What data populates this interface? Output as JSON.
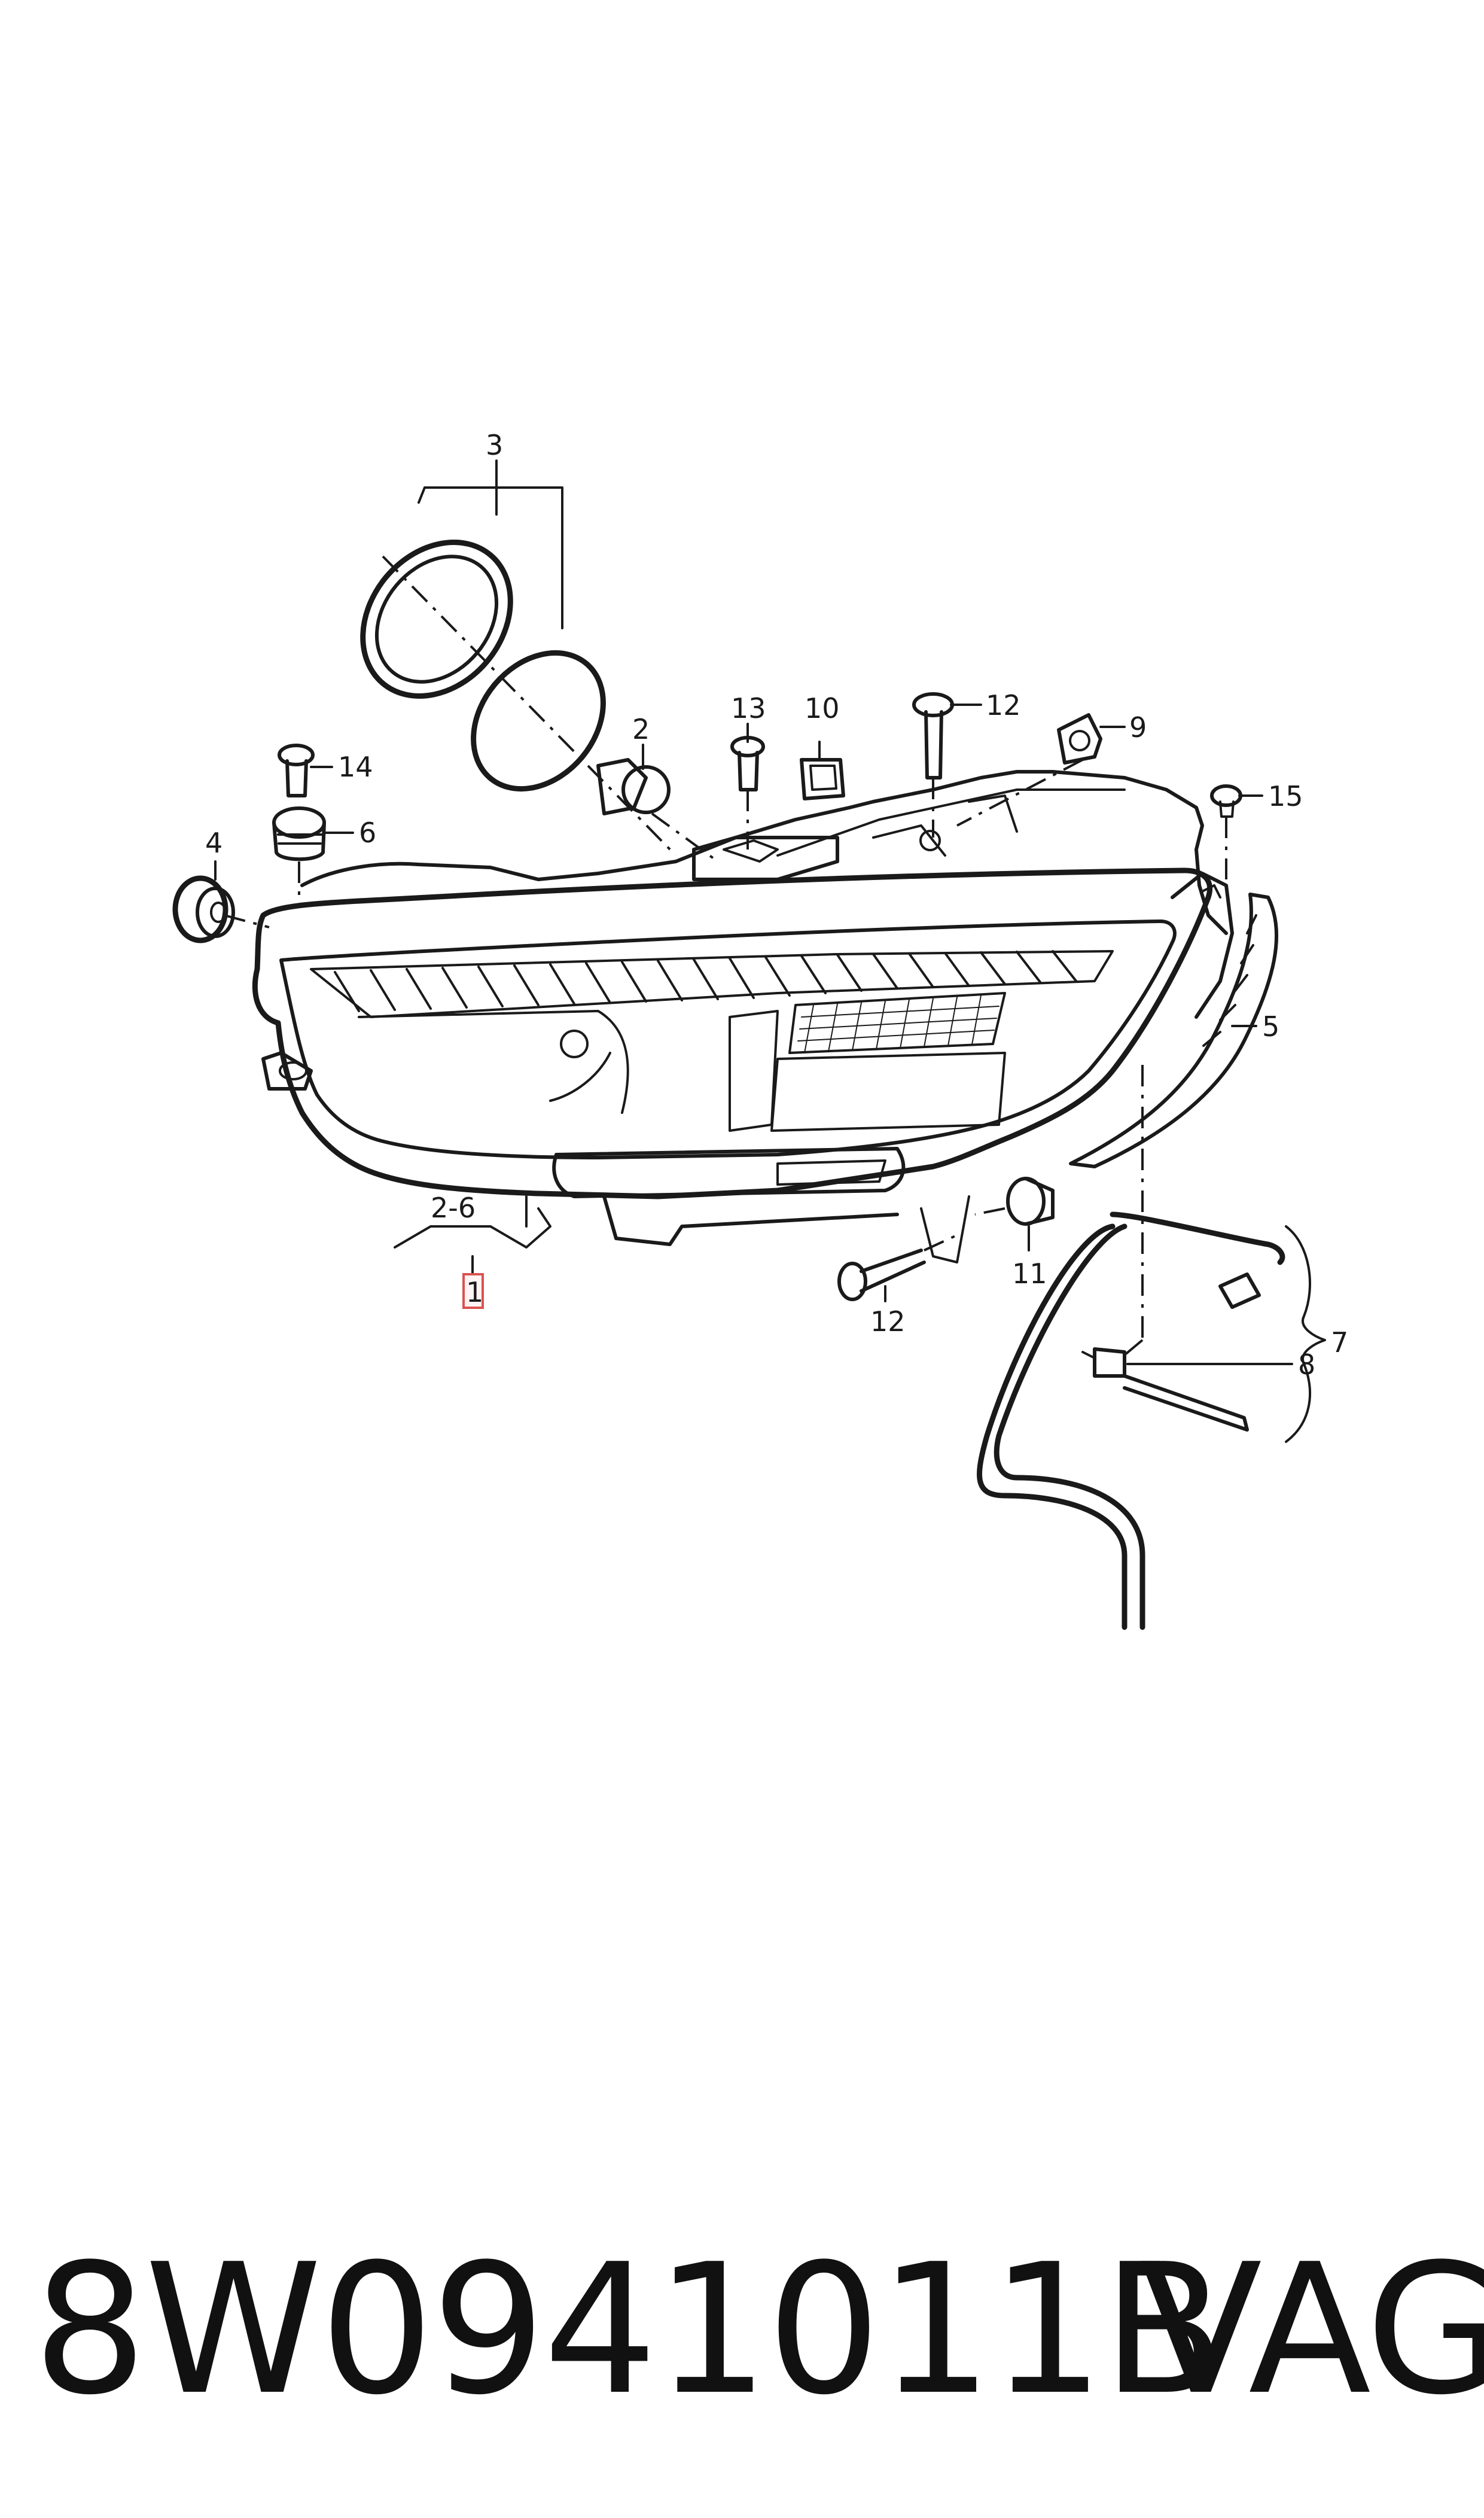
{
  "callouts": {
    "c1": "1",
    "c2": "2",
    "c2_6": "2-6",
    "c3": "3",
    "c4": "4",
    "c5": "5",
    "c6": "6",
    "c7": "7",
    "c8": "8",
    "c9": "9",
    "c10": "10",
    "c11": "11",
    "c12_top": "12",
    "c12_bottom": "12",
    "c13": "13",
    "c14": "14",
    "c15": "15"
  },
  "footer": {
    "part_number": "8W0941011B",
    "brand": "VAG"
  },
  "colors": {
    "line": "#1a1a1a",
    "highlight_border": "#d9534f",
    "background": "#ffffff"
  }
}
